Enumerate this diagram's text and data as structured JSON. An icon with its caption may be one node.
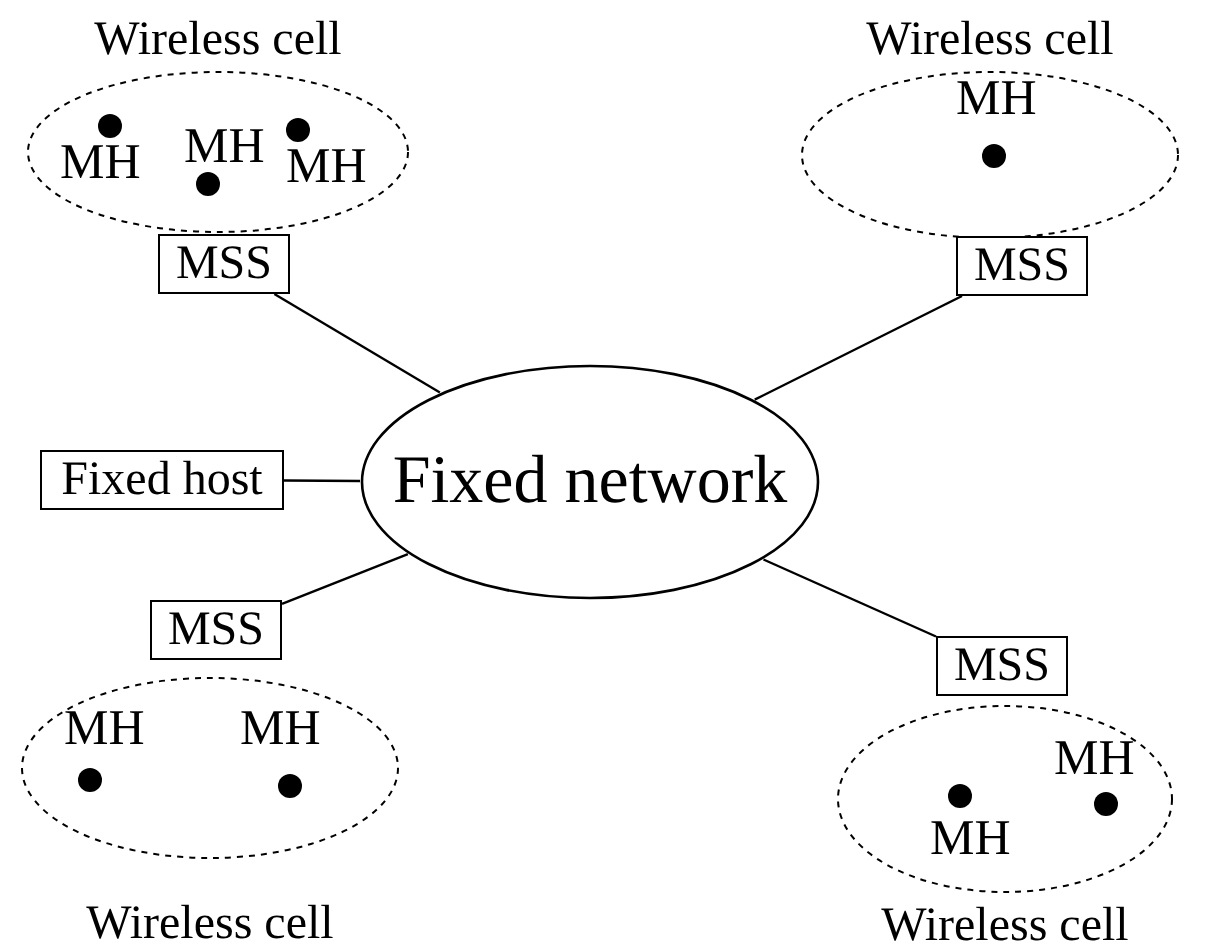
{
  "diagram": {
    "nodes": [
      {
        "text": [
          "Wireless cell"
        ]
      },
      {
        "text": [
          "MH"
        ],
        "in": 0
      },
      {
        "text": [
          "MH"
        ],
        "in": 0
      },
      {
        "text": [
          "MH"
        ],
        "in": 0
      },
      {
        "text": [
          "Wireless cell"
        ]
      },
      {
        "text": [
          "MH"
        ],
        "in": 4
      },
      {
        "text": [
          "MSS"
        ]
      },
      {
        "text": [
          "MSS"
        ]
      },
      {
        "text": [
          "Fixed host"
        ]
      },
      {
        "text": [
          "Fixed network"
        ]
      },
      {
        "text": [
          "MSS"
        ]
      },
      {
        "text": [
          "MSS"
        ]
      },
      {
        "text": [
          "Wireless cell"
        ]
      },
      {
        "text": [
          "MH"
        ],
        "in": 12
      },
      {
        "text": [
          "MH"
        ],
        "in": 12
      },
      {
        "text": [
          "Wireless cell"
        ]
      },
      {
        "text": [
          "MH"
        ],
        "in": 15
      },
      {
        "text": [
          "MH"
        ],
        "in": 15
      }
    ],
    "edges": [
      {
        "from": 6,
        "to": 9,
        "arrow": "none"
      },
      {
        "from": 7,
        "to": 9,
        "arrow": "none"
      },
      {
        "from": 8,
        "to": 9,
        "arrow": "none"
      },
      {
        "from": 10,
        "to": 9,
        "arrow": "none"
      },
      {
        "from": 11,
        "to": 9,
        "arrow": "none"
      }
    ]
  }
}
